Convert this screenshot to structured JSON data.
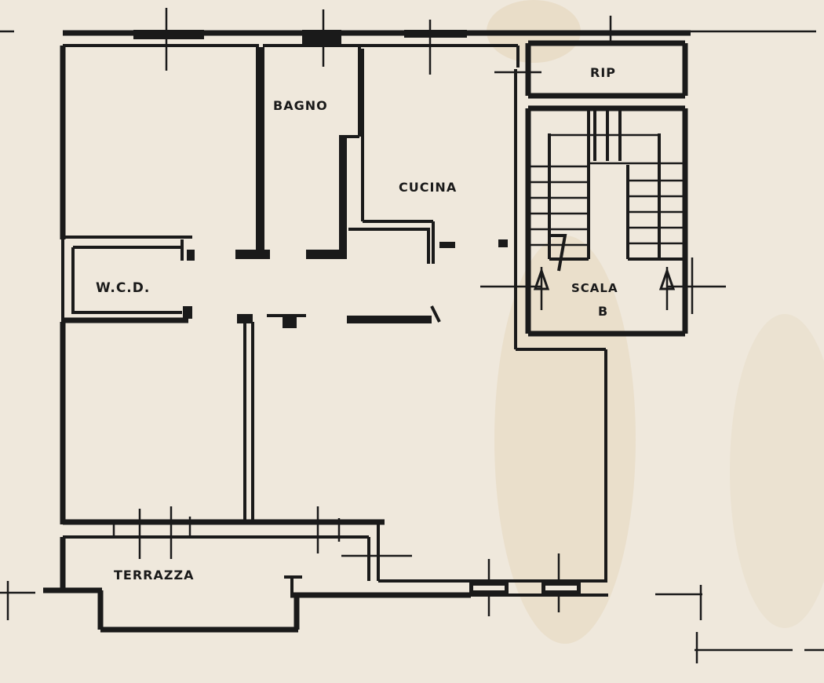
{
  "rooms": {
    "bagno": "BAGNO",
    "cucina": "CUCINA",
    "wcd": "W.C.D.",
    "rip": "RIP",
    "scala": "SCALA",
    "scala_letter": "B",
    "terrazza": "TERRAZZA"
  },
  "colors": {
    "paper": "#efe8dc",
    "ink": "#1a1a1a"
  }
}
